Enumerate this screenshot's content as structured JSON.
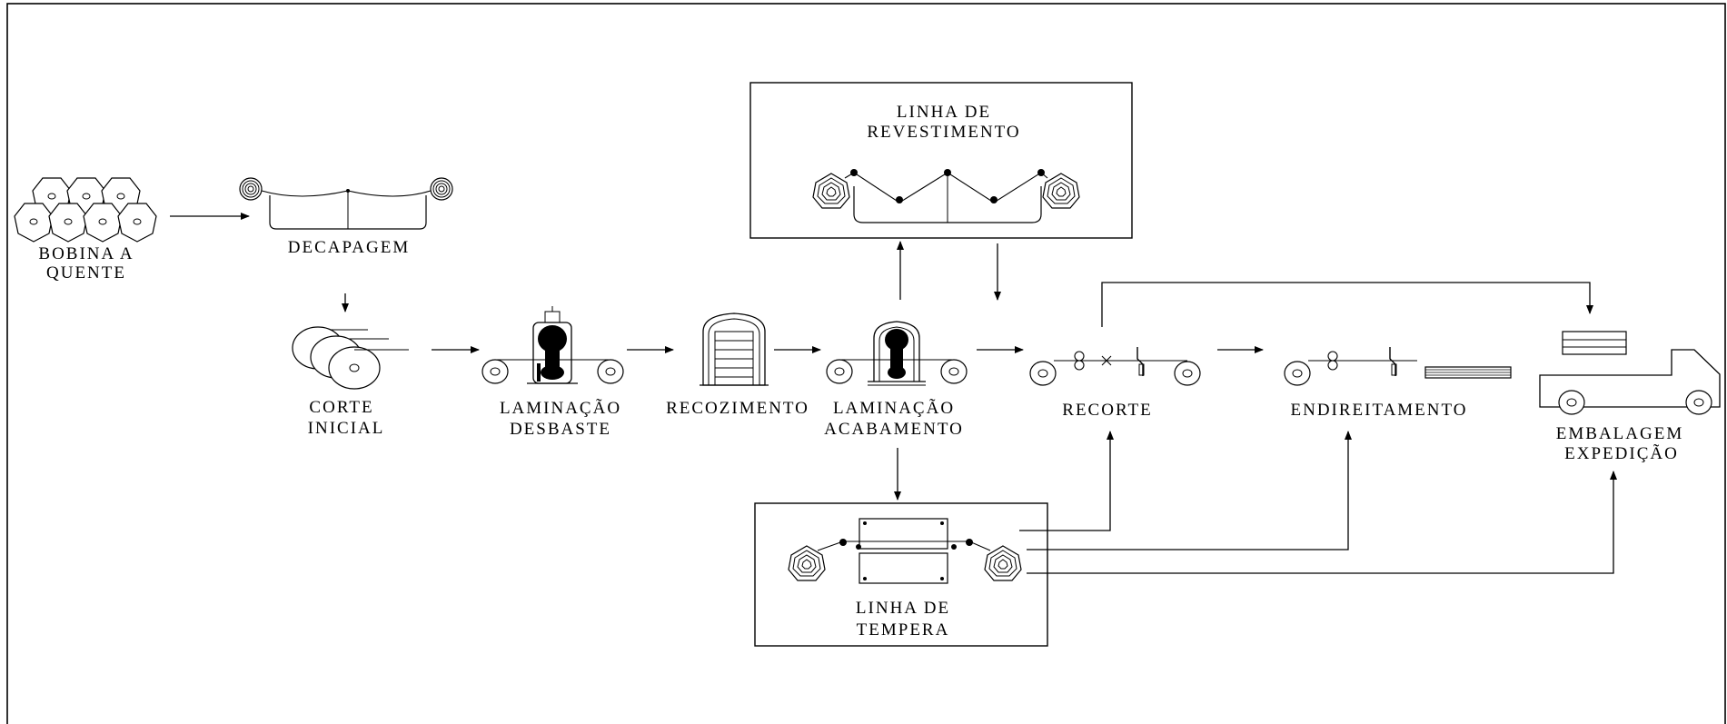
{
  "labels": {
    "bobina_1": "BOBINA A",
    "bobina_2": "QUENTE",
    "decapagem": "DECAPAGEM",
    "corte_1": "CORTE",
    "corte_2": "INICIAL",
    "desbaste_1": "LAMINAÇÃO",
    "desbaste_2": "DESBASTE",
    "recozimento": "RECOZIMENTO",
    "acabamento_1": "LAMINAÇÃO",
    "acabamento_2": "ACABAMENTO",
    "revestimento_1": "LINHA DE",
    "revestimento_2": "REVESTIMENTO",
    "recorte": "RECORTE",
    "endireitamento": "ENDIREITAMENTO",
    "embalagem_1": "EMBALAGEM",
    "embalagem_2": "EXPEDIÇÃO",
    "tempera_1": "LINHA DE",
    "tempera_2": "TEMPERA"
  }
}
